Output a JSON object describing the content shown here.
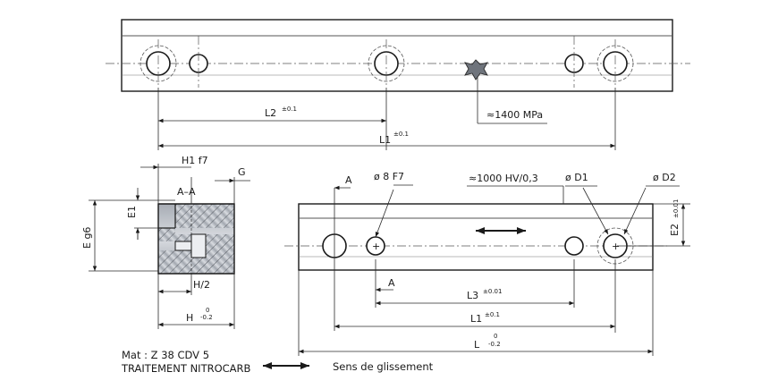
{
  "labels": {
    "l2": "L2",
    "l2_tol": "±0.1",
    "l1_top": "L1",
    "l1_top_tol": "±0.1",
    "mpa": "≈1400 MPa",
    "h1f7": "H1 f7",
    "g": "G",
    "aa": "A–A",
    "e1": "E1",
    "eg6": "E g6",
    "h2": "H/2",
    "h": "H",
    "h_tol_upper": "0",
    "h_tol_lower": "-0.2",
    "section_a_top": "A",
    "section_a_bottom": "A",
    "phi8f7": "ø 8 F7",
    "hv": "≈1000 HV/0,3",
    "d1": "ø D1",
    "d2": "ø D2",
    "e2": "E2",
    "e2_tol": "±0.01",
    "l3": "L3",
    "l3_tol": "±0.01",
    "l1_bottom": "L1",
    "l1_bottom_tol": "±0.1",
    "l": "L",
    "l_tol_upper": "0",
    "l_tol_lower": "-0.2",
    "mat": "Mat : Z 38 CDV 5",
    "treatment": "TRAITEMENT NITROCARB",
    "slide": "Sens de glissement"
  },
  "colors": {
    "steel_light": "#e8eaee",
    "steel_mid": "#b9bec6",
    "steel_dark": "#8e949d",
    "line": "#1a1a1a"
  },
  "icons": {
    "hardness_star": "star-icon",
    "slide_arrow": "double-arrow-icon"
  }
}
